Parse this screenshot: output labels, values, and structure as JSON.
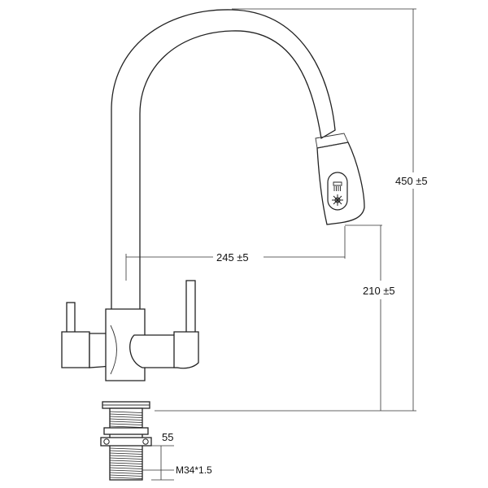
{
  "drawing": {
    "dimensions": {
      "total_height": {
        "label": "450 ±5"
      },
      "spout_reach": {
        "label": "245 ±5"
      },
      "spout_clearance": {
        "label": "210 ±5"
      },
      "shank_length": {
        "label": "55"
      },
      "thread": {
        "label": "M34*1.5"
      }
    }
  }
}
